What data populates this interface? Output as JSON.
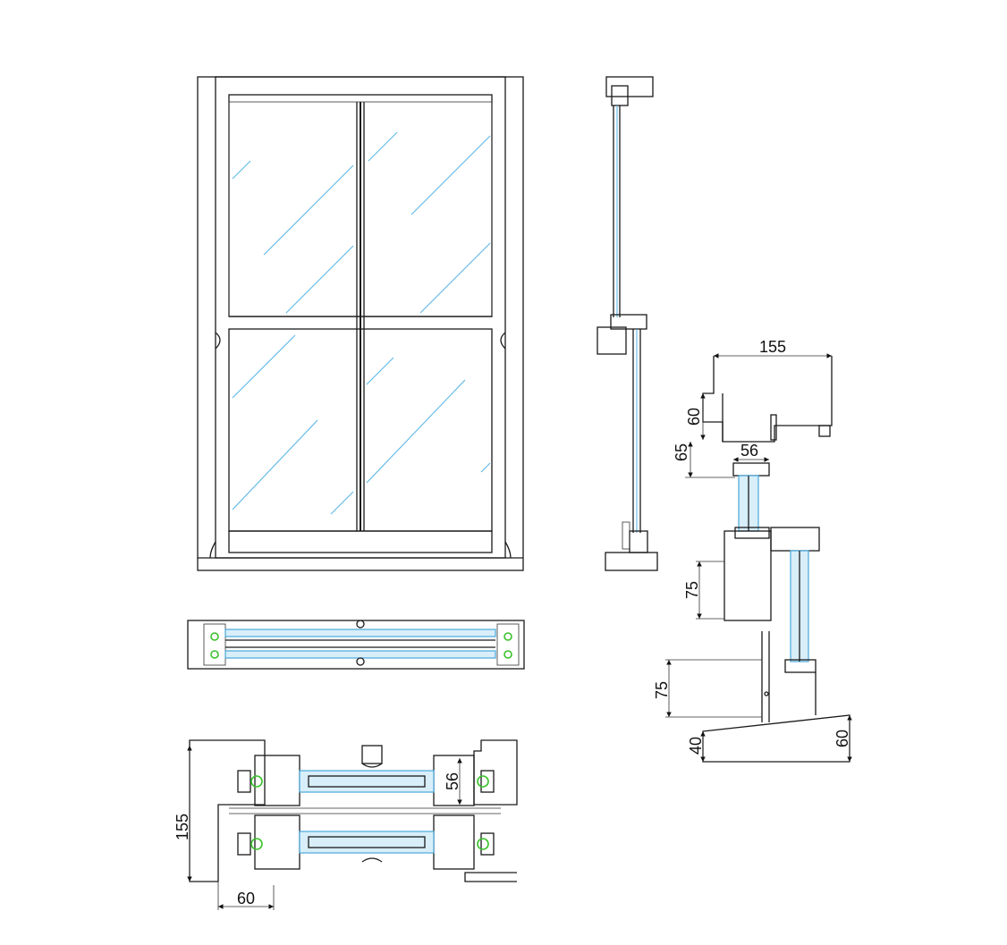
{
  "colors": {
    "line": "#1a1a1a",
    "glass": "#5bb7e6",
    "gasket": "#39c22a"
  },
  "dimensions": {
    "head_width": "155",
    "head_height_top": "60",
    "head_height_lower": "65",
    "sash_depth_side": "56",
    "meeting_rail_height": "75",
    "sill_height": "75",
    "sill_front": "40",
    "sill_back": "60",
    "plan_depth": "155",
    "plan_sash": "56",
    "plan_frame": "60"
  }
}
